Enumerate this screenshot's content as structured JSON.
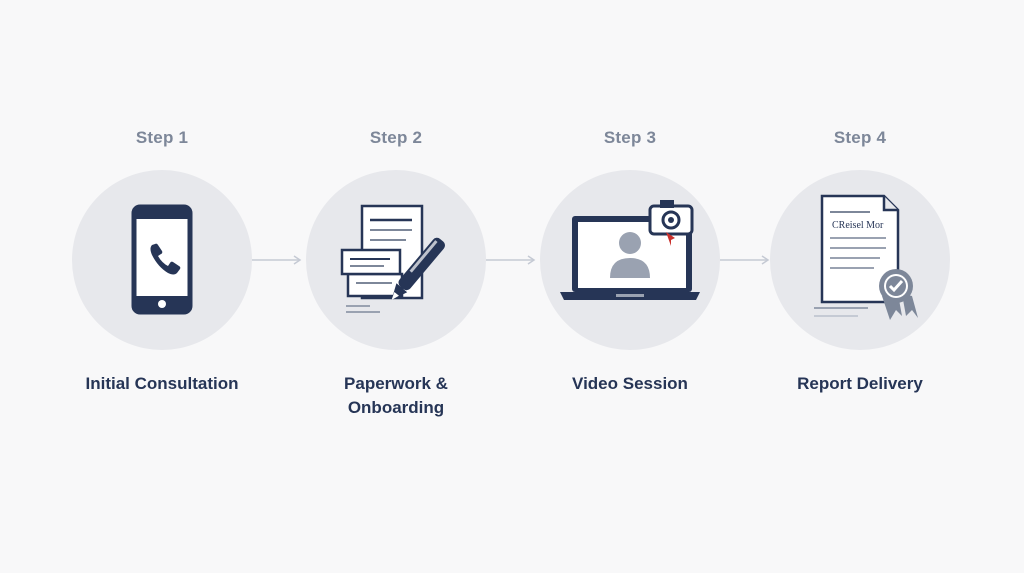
{
  "steps": [
    {
      "label": "Step 1",
      "title": "Initial Consultation",
      "icon": "phone-icon"
    },
    {
      "label": "Step 2",
      "title": "Paperwork &\nOnboarding",
      "icon": "paperwork-pen-icon"
    },
    {
      "label": "Step 3",
      "title": "Video Session",
      "icon": "video-call-icon"
    },
    {
      "label": "Step 4",
      "title": "Report Delivery",
      "icon": "certificate-icon"
    }
  ],
  "certificate_text": "CReisel Mor",
  "colors": {
    "navy": "#263556",
    "circle": "#e7e8ec",
    "label_gray": "#7d8799",
    "accent_red": "#c9302c",
    "connector": "#c5cad4"
  }
}
